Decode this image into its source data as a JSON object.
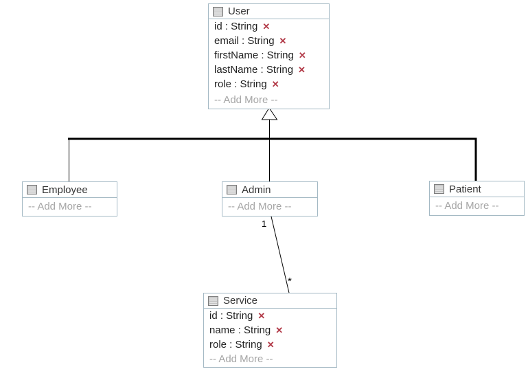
{
  "classes": {
    "user": {
      "title": "User",
      "attributes": [
        "id : String",
        "email : String",
        "firstName : String",
        "lastName : String",
        "role : String"
      ],
      "add_more": "-- Add More --"
    },
    "employee": {
      "title": "Employee",
      "add_more": "-- Add More --"
    },
    "admin": {
      "title": "Admin",
      "add_more": "-- Add More --"
    },
    "patient": {
      "title": "Patient",
      "add_more": "-- Add More --"
    },
    "service": {
      "title": "Service",
      "attributes": [
        "id : String",
        "name : String",
        "role : String"
      ],
      "add_more": "-- Add More --"
    }
  },
  "edges": {
    "generalization": {
      "parent": "User",
      "children": [
        "Employee",
        "Admin",
        "Patient"
      ]
    },
    "admin_service_association": {
      "source_multiplicity": "1",
      "target_multiplicity": "*"
    }
  },
  "icons": {
    "delete": "✕",
    "class_icon": "class-compartment-icon"
  },
  "colors": {
    "box_border": "#a4b9c4",
    "title_text": "#333333",
    "attribute_text": "#1f1f1f",
    "add_more_text": "#a6a6a6",
    "delete_x": "#b23a48",
    "edge_line": "#000000"
  }
}
